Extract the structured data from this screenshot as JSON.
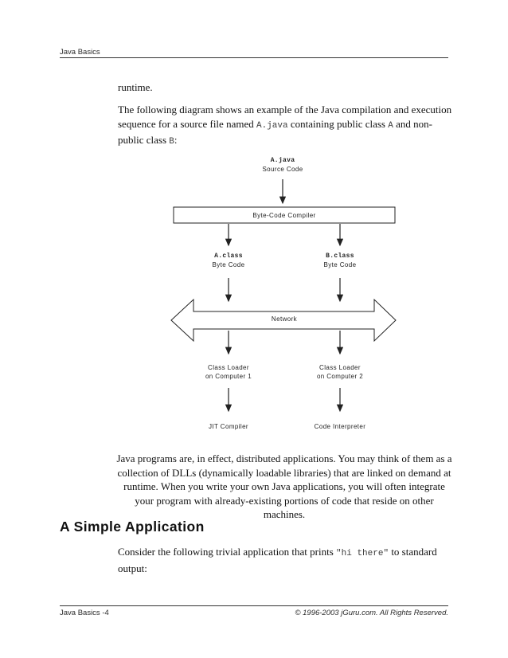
{
  "page": {
    "header_title": "Java Basics",
    "footer_left": "Java Basics -4",
    "footer_right": "© 1996-2003 jGuru.com. All Rights Reserved."
  },
  "content": {
    "para_runtime": "runtime.",
    "para_intro_1": "The following diagram shows an example of the Java compilation and execution sequence for a source file named ",
    "code_ajava": "A.java",
    "para_intro_2": " containing public class ",
    "code_a": "A",
    "para_intro_3": " and non-public class ",
    "code_b": "B",
    "para_intro_4": ":",
    "para_distributed": "Java programs are, in effect, distributed applications. You may think of them as a\ncollection of DLLs (dynamically loadable libraries) that are linked on demand at\nruntime. When you write your own Java applications, you will often integrate\nyour program with already-existing portions of code that reside on other\nmachines.",
    "heading_simple_app": "A Simple Application",
    "para_consider_1": "Consider the following trivial application that prints ",
    "code_hi_there": "\"hi there\"",
    "para_consider_2": " to standard output:"
  },
  "diagram": {
    "source_file": "A.java",
    "source_caption": "Source Code",
    "compiler": "Byte-Code Compiler",
    "left_class": "A.class",
    "right_class": "B.class",
    "byte_code_caption": "Byte Code",
    "network": "Network",
    "class_loader": "Class Loader",
    "computer1": "on Computer 1",
    "computer2": "on Computer 2",
    "jit": "JIT Compiler",
    "interpreter": "Code Interpreter"
  }
}
